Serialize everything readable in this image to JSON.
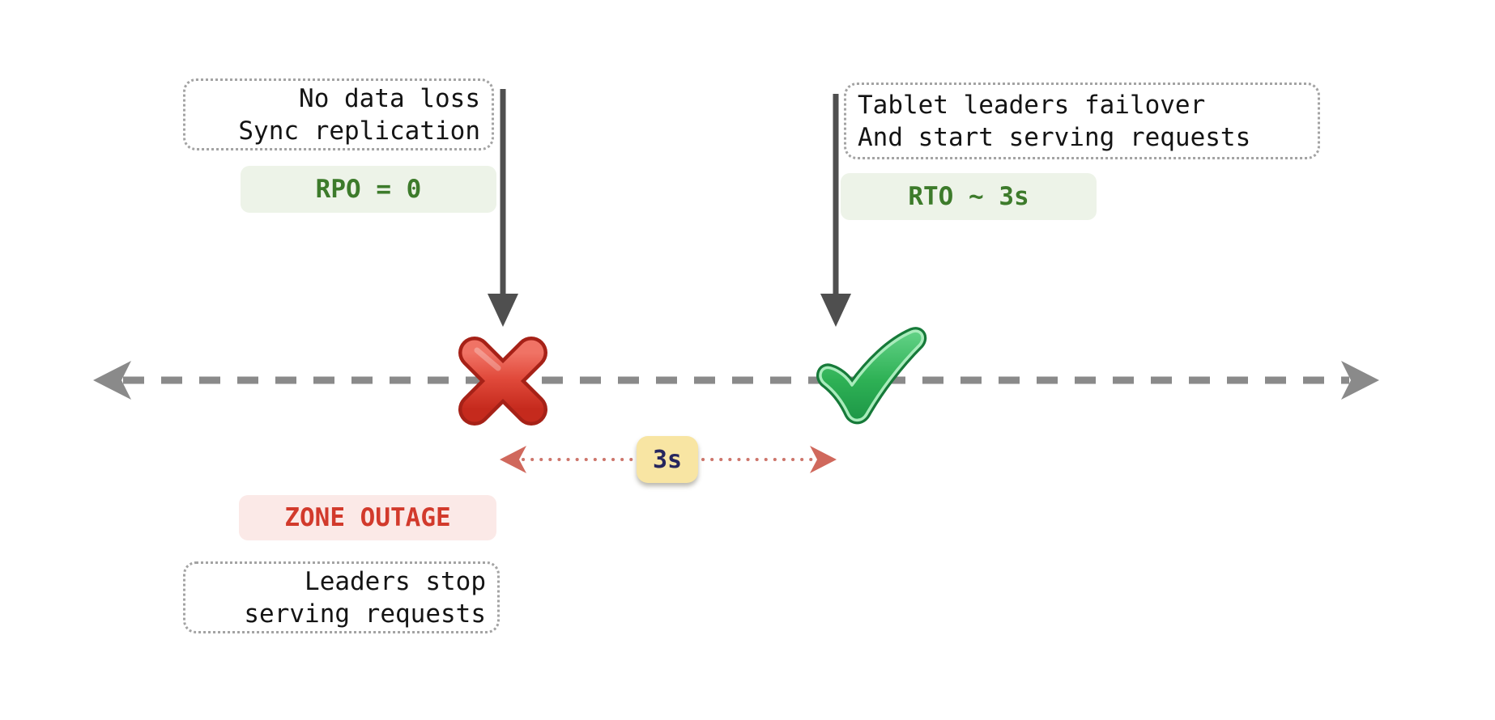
{
  "colors": {
    "background": "#ffffff",
    "timeline_gray": "#8a8a8a",
    "event_arrow_gray": "#4f4f4f",
    "callout_border": "#a3a3a3",
    "callout_text": "#141414",
    "green_badge_bg": "#edf3e8",
    "green_badge_text": "#3d7b2b",
    "pink_badge_bg": "#fbe9e7",
    "pink_badge_text": "#d23a2c",
    "yellow_badge_bg": "#f8e5a3",
    "yellow_badge_text": "#26265e",
    "interval_arrow_red": "#cd756b",
    "cross_mark_red": "#dd4335",
    "check_mark_green": "#2eb155"
  },
  "outage_event": {
    "callout_line1": "No data loss",
    "callout_line2": "Sync replication",
    "metric_badge": "RPO = 0",
    "status_badge": "ZONE OUTAGE",
    "status_callout_line1": "Leaders stop",
    "status_callout_line2": "serving requests",
    "marker_icon": "cross-mark-icon"
  },
  "recovery_event": {
    "callout_line1": "Tablet leaders failover",
    "callout_line2": "And start serving requests",
    "metric_badge": "RTO ~ 3s",
    "marker_icon": "check-mark-icon"
  },
  "interval": {
    "label": "3s"
  },
  "timeline": {
    "style": "dashed-double-arrow",
    "icon_left": "left-arrowhead-icon",
    "icon_right": "right-arrowhead-icon"
  }
}
